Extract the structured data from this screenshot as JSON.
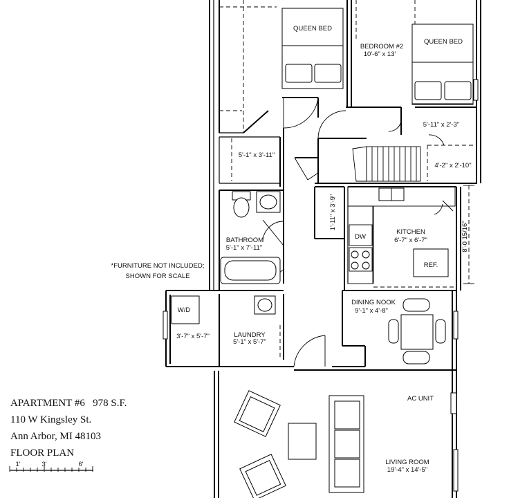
{
  "header": {
    "apartment": "APARTMENT #6   978 S.F.",
    "street": "110 W Kingsley St.",
    "city": "Ann Arbor, MI 48103",
    "plan_label": "FLOOR PLAN"
  },
  "scale_bar": {
    "ticks": [
      "1'",
      "3'",
      "6'"
    ]
  },
  "note": {
    "line1": "*FURNITURE NOT INCLUDED;",
    "line2": "SHOWN FOR SCALE"
  },
  "rooms": {
    "bed1_furniture": "QUEEN BED",
    "bedroom2_name": "BEDROOM #2",
    "bedroom2_dims": "10'-6\" x 13'",
    "bed2_furniture": "QUEEN BED",
    "closet1_dims": "5'-1\" x 3'-11\"",
    "closet2_dims": "5'-11\" x 2'-3\"",
    "closet3_dims": "4'-2\" x 2'-10\"",
    "pantry_dims": "1'-11\" x 3'-9\"",
    "bathroom_name": "BATHROOM",
    "bathroom_dims": "5'-1\" x 7'-11\"",
    "kitchen_name": "KITCHEN",
    "kitchen_dims": "6'-7\" x 6'-7\"",
    "dw": "DW",
    "ref": "REF.",
    "kitchen_height": "8'-0 15/16\"",
    "wd": "W/D",
    "wd_dims": "3'-7\" x 5'-7\"",
    "laundry_name": "LAUNDRY",
    "laundry_dims": "5'-1\" x 5'-7\"",
    "dining_name": "DINING NOOK",
    "dining_dims": "9'-1\" x 4'-8\"",
    "ac_unit": "AC UNIT",
    "living_name": "LIVING ROOM",
    "living_dims": "19'-4\" x 14'-5\""
  }
}
